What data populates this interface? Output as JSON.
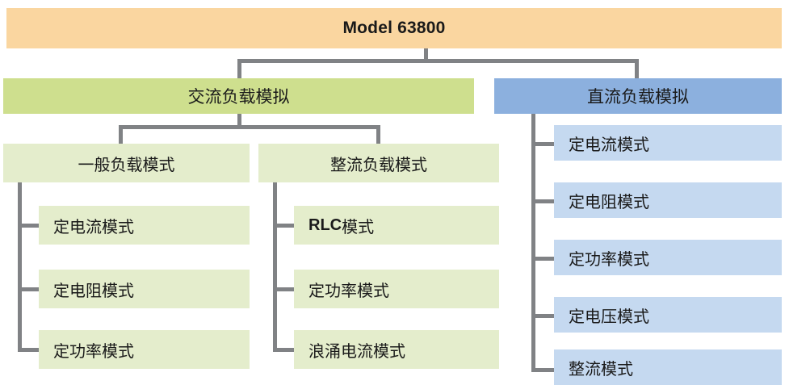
{
  "diagram": {
    "title": "Model 63800",
    "type": "tree",
    "colors": {
      "root_fill": "#fad6a0",
      "ac_branch_fill": "#cedf8e",
      "dc_branch_fill": "#8cb0de",
      "green_leaf_fill": "#e4edcc",
      "blue_leaf_fill": "#c5d9f0",
      "connector": "#808285",
      "text": "#1a1a1a"
    },
    "root": {
      "label": "Model 63800"
    },
    "branches": {
      "ac": {
        "label": "交流负载模拟",
        "groups": [
          {
            "label": "一般负载模式",
            "items": [
              {
                "label": "定电流模式"
              },
              {
                "label": "定电阻模式"
              },
              {
                "label": "定功率模式"
              }
            ]
          },
          {
            "label": "整流负载模式",
            "items": [
              {
                "label_bold": "RLC",
                "label_rest": " 模式"
              },
              {
                "label": "定功率模式"
              },
              {
                "label": "浪涌电流模式"
              }
            ]
          }
        ]
      },
      "dc": {
        "label": "直流负载模拟",
        "items": [
          {
            "label": "定电流模式"
          },
          {
            "label": "定电阻模式"
          },
          {
            "label": "定功率模式"
          },
          {
            "label": "定电压模式"
          },
          {
            "label": "整流模式"
          }
        ]
      }
    }
  }
}
